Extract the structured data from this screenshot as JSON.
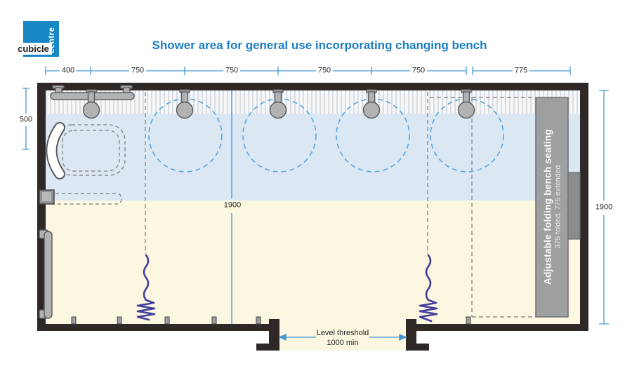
{
  "logo": {
    "primary": "cubicle",
    "secondary": "centre"
  },
  "title": "Shower area for general use incorporating changing bench",
  "dimensions": {
    "top": [
      "400",
      "750",
      "750",
      "750",
      "750",
      "775"
    ],
    "left_height": "500",
    "room_height_center": "1900",
    "room_height_right": "1900",
    "threshold": {
      "line1": "Level threshold",
      "line2": "1000 min"
    }
  },
  "bench": {
    "label": "Adjustable folding bench seating",
    "sublabel": "375 folded, 775 extended"
  },
  "colors": {
    "brand_blue": "#1686c4",
    "title_blue": "#1b7ec6",
    "dimension_blue": "#4697d2",
    "wall_dark": "#2e2826",
    "wet_area_blue": "#dbe8f3",
    "dry_area_yellow": "#fbf7e0",
    "turning_circle_blue": "#57a5db",
    "curtain_indigo": "#433f9c",
    "bench_gray": "#9d9fa1"
  }
}
